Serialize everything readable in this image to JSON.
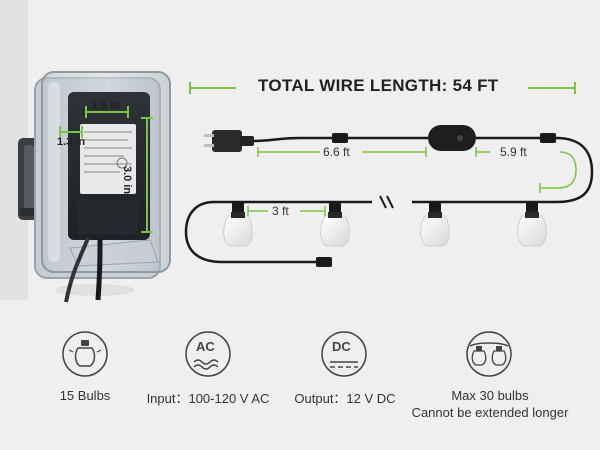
{
  "title": "TOTAL WIRE LENGTH: 54 FT",
  "dimensions": {
    "width": "1.5 in",
    "depth": "1.3 in",
    "height": "3.0 in"
  },
  "segments": {
    "plug_to_controller": "6.6 ft",
    "controller_to_first_bulb": "5.9 ft",
    "bulb_spacing": "3 ft"
  },
  "specs": [
    {
      "icon": "bulb-icon",
      "text": "15 Bulbs"
    },
    {
      "icon": "ac-icon",
      "icon_text": "AC",
      "text": "Input：100-120 V AC"
    },
    {
      "icon": "dc-icon",
      "icon_text": "DC",
      "text": "Output：12 V  DC"
    },
    {
      "icon": "string-extension-icon",
      "text": "Max 30 bulbs",
      "text2": "Cannot be extended longer"
    }
  ],
  "colors": {
    "dimension_green": "#7cc443",
    "cable": "#1a1a1a",
    "background": "#efefef"
  }
}
